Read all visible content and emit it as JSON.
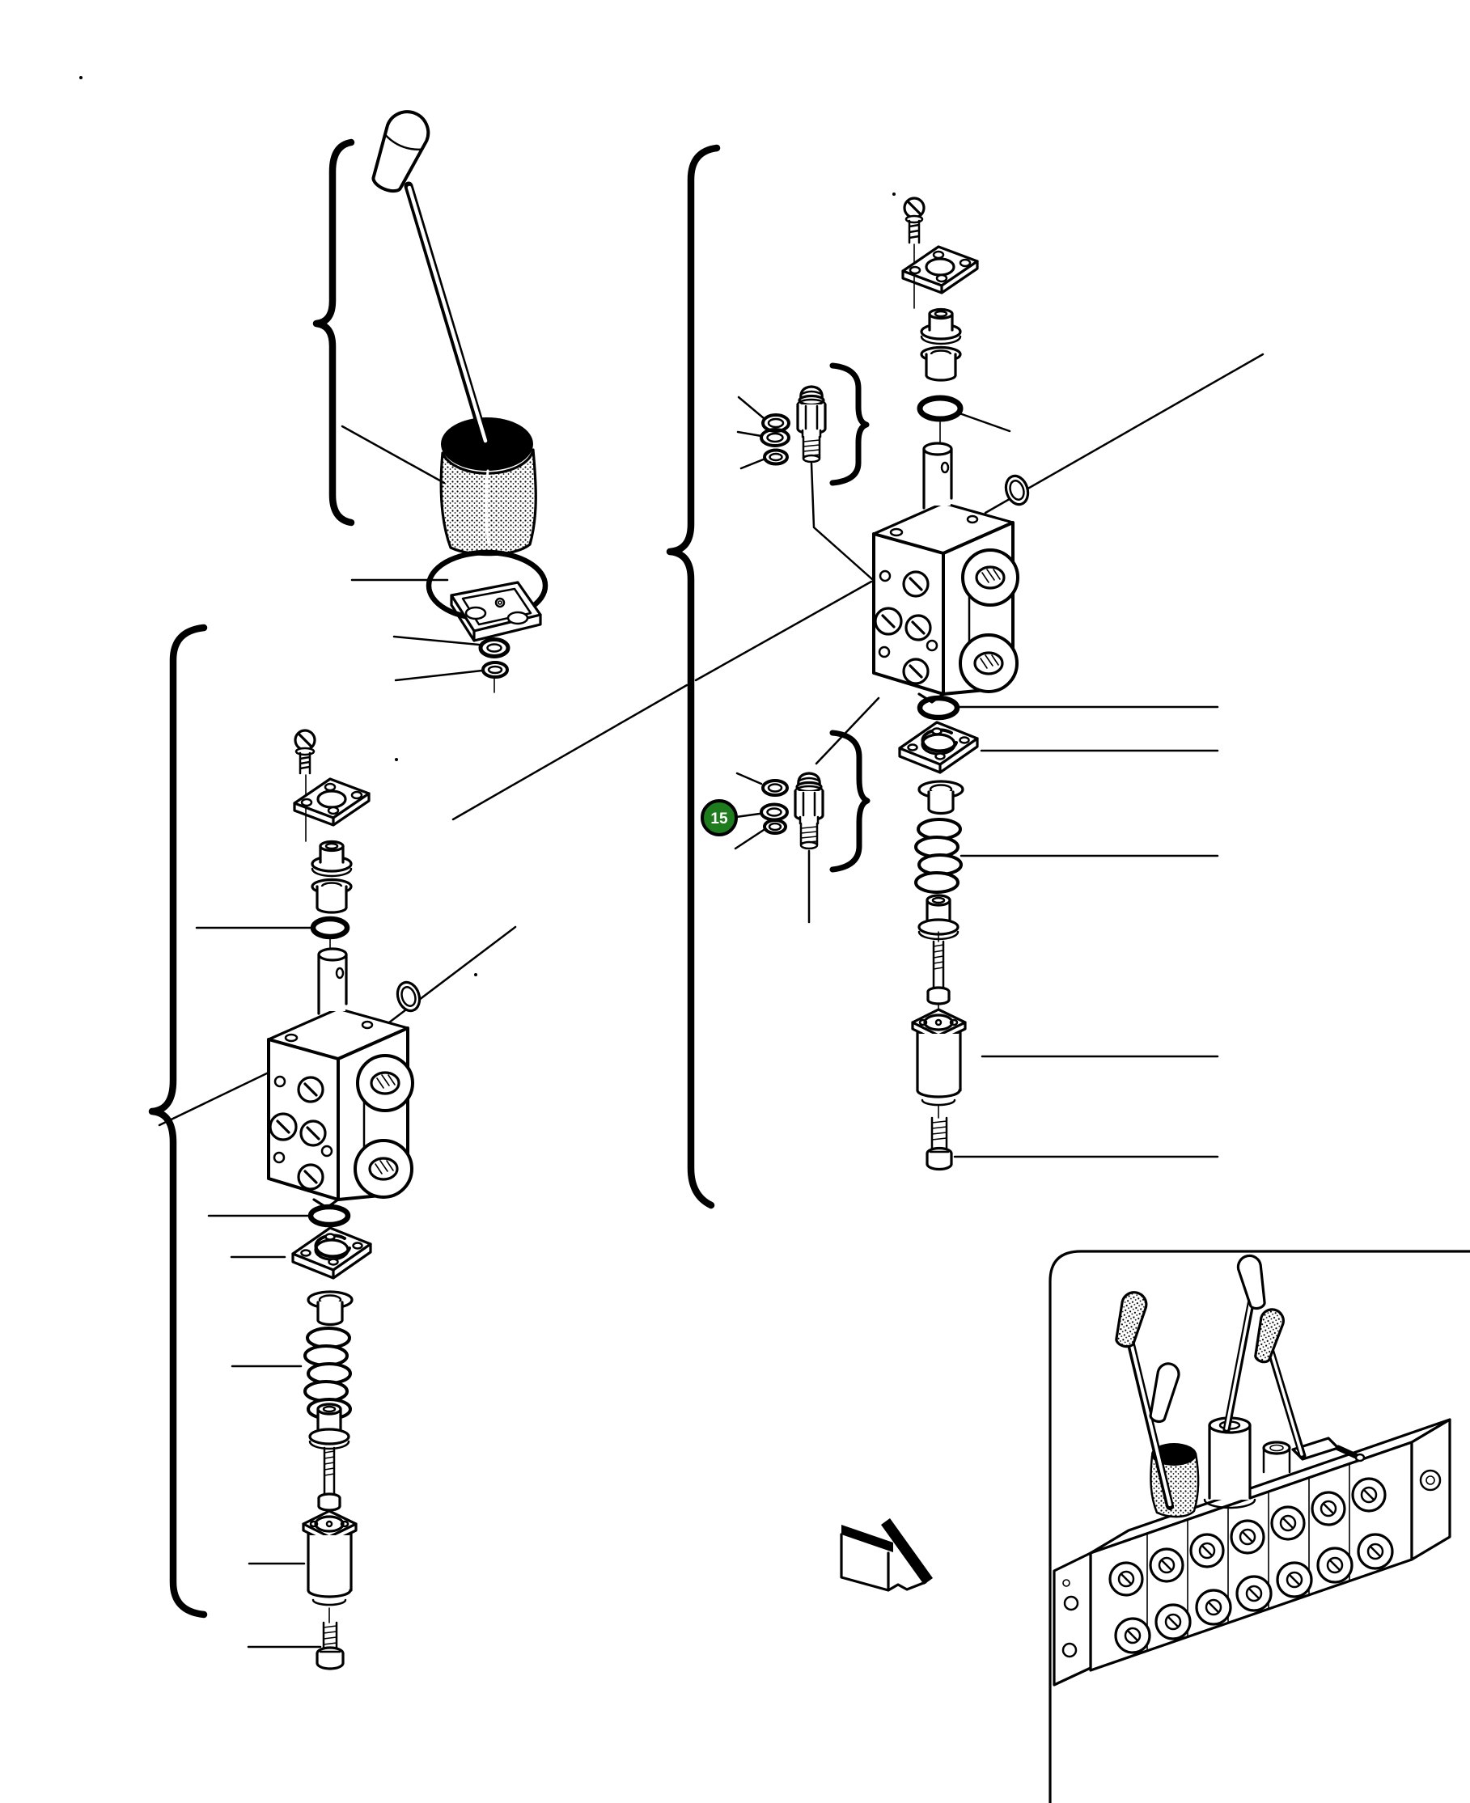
{
  "figure": {
    "type": "exploded-parts-diagram",
    "callout": {
      "label": "15"
    },
    "colors": {
      "background": "#ffffff",
      "line": "#000000",
      "callout_fill": "#1e7b1e",
      "callout_ring": "#000000",
      "callout_text": "#ffffff"
    },
    "groups": {
      "lever_assembly": "control-lever-boot-and-seal",
      "left_valve_section": "exploded-valve-section",
      "right_valve_section": "exploded-valve-section-with-plug-kits",
      "reference_view": "assembled-valve-bank"
    }
  }
}
